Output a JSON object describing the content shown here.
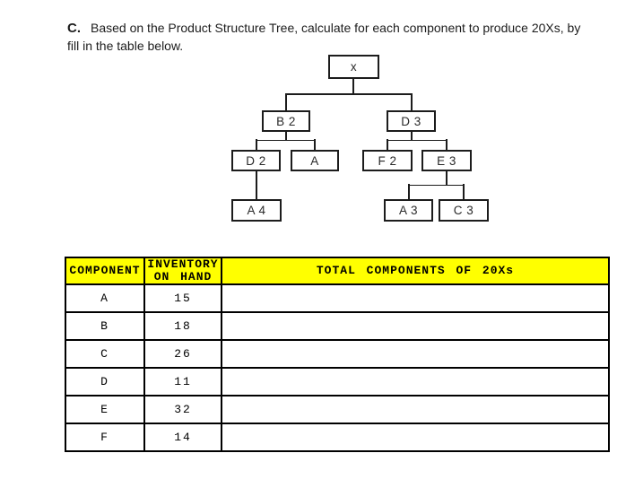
{
  "heading": {
    "prefix": "C.",
    "line1": "Based on the Product Structure Tree, calculate for each component to produce 20Xs, by",
    "line2": "fill in the table below."
  },
  "tree": {
    "nodes": {
      "x": "x",
      "b2": "B 2",
      "d3": "D 3",
      "d2": "D 2",
      "a": "A",
      "f2": "F 2",
      "e3": "E 3",
      "a4": "A 4",
      "a3": "A 3",
      "c3": "C 3"
    }
  },
  "table": {
    "header_bg": "#FFFF00",
    "border_color": "#000000",
    "header": {
      "component": "COMPONENT",
      "inventory_line1": "INVENTORY",
      "inventory_line2": "ON HAND",
      "total": "TOTAL COMPONENTS OF 20Xs"
    },
    "rows": [
      {
        "component": "A",
        "inventory": "15",
        "total": ""
      },
      {
        "component": "B",
        "inventory": "18",
        "total": ""
      },
      {
        "component": "C",
        "inventory": "26",
        "total": ""
      },
      {
        "component": "D",
        "inventory": "11",
        "total": ""
      },
      {
        "component": "E",
        "inventory": "32",
        "total": ""
      },
      {
        "component": "F",
        "inventory": "14",
        "total": ""
      }
    ]
  }
}
